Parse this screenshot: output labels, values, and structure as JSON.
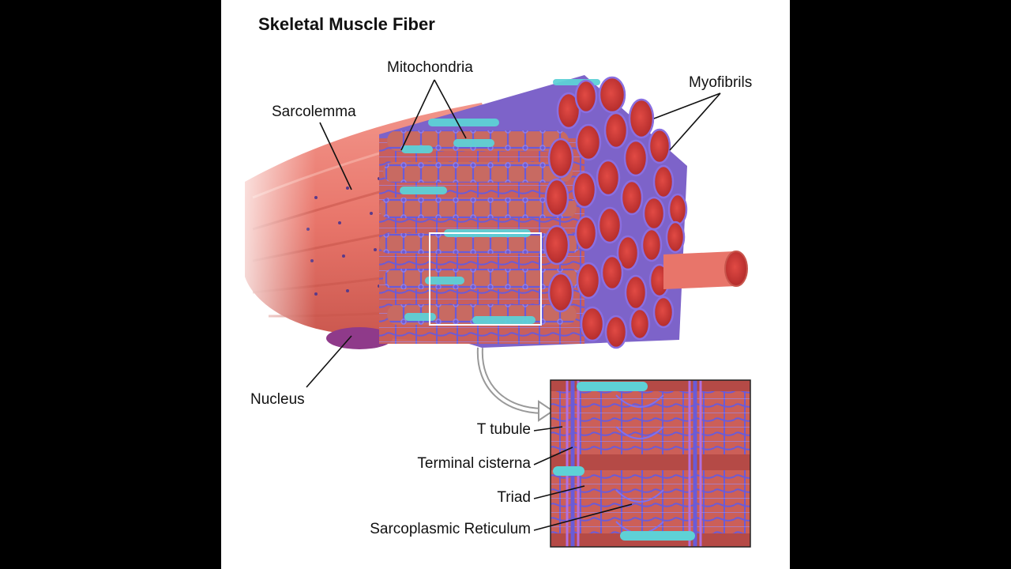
{
  "title": "Skeletal Muscle Fiber",
  "labels": {
    "mitochondria": "Mitochondria",
    "myofibrils": "Myofibrils",
    "sarcolemma": "Sarcolemma",
    "nucleus": "Nucleus",
    "t_tubule": "T tubule",
    "terminal_cisterna": "Terminal cisterna",
    "triad": "Triad",
    "sarcoplasmic_reticulum": "Sarcoplasmic Reticulum"
  },
  "colors": {
    "background": "#000000",
    "panel": "#ffffff",
    "muscle": "#e8756a",
    "muscle_dark": "#c0443c",
    "cross_section": "#d93a3a",
    "reticulum": "#6a5bd8",
    "mitochondria": "#5ed1d6",
    "line": "#111111"
  }
}
